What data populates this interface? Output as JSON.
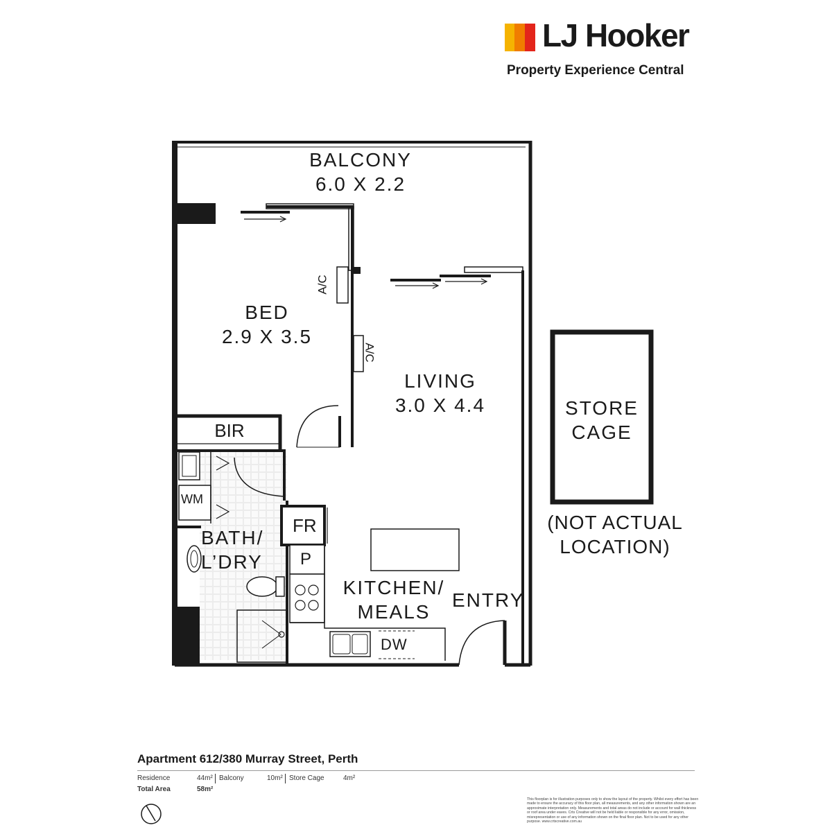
{
  "brand": {
    "name": "LJ Hooker",
    "tagline": "Property Experience Central",
    "colors": [
      "#f5b301",
      "#f07d00",
      "#e3251b"
    ]
  },
  "rooms": {
    "balcony": {
      "name": "BALCONY",
      "dims": "6.0 X 2.2"
    },
    "bed": {
      "name": "BED",
      "dims": "2.9 X 3.5"
    },
    "living": {
      "name": "LIVING",
      "dims": "3.0 X 4.4"
    },
    "bir": "BIR",
    "wm": "WM",
    "bath": {
      "line1": "BATH/",
      "line2": "L’DRY"
    },
    "fridge": "FR",
    "pantry": "P",
    "kitchen": {
      "line1": "KITCHEN/",
      "line2": "MEALS"
    },
    "entry": "ENTRY",
    "dw": "DW",
    "ac1": "A/C",
    "ac2": "A/C",
    "store": {
      "line1": "STORE",
      "line2": "CAGE"
    },
    "store_note": {
      "line1": "(NOT ACTUAL",
      "line2": "LOCATION)"
    }
  },
  "footer": {
    "address": "Apartment 612/380 Murray Street, Perth",
    "residence_label": "Residence",
    "residence_value": "44m²",
    "balcony_label": "Balcony",
    "balcony_value": "10m²",
    "store_label": "Store Cage",
    "store_value": "4m²",
    "total_label": "Total Area",
    "total_value": "58m²",
    "disclaimer": "This floorplan is for illustration purposes only to show the layout of the property. Whilst every effort has been made to ensure the accuracy of this floor plan, all measurements, and any other information shown are an approximate interpretation only. Measurements and total areas do not include or account for wall thickness or roof area under eaves. Crts Creative will not be held liable or responsible for any error, omission, misrepresentation or use of any information shown on the final floor plan. Not to be used for any other purpose. www.crtscreative.com.au"
  }
}
